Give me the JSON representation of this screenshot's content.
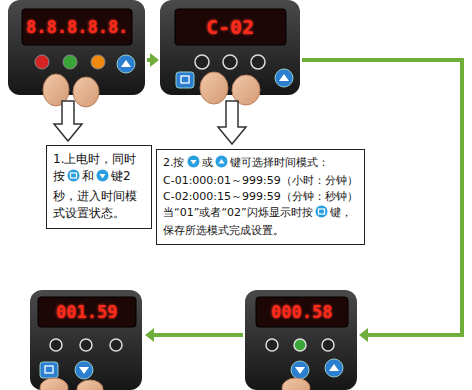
{
  "diagram": {
    "nodes": [
      {
        "text": [
          "1.上电时，同时按",
          "和",
          "键2秒，进入时间模式设置状态。"
        ]
      },
      {
        "text": [
          "2.按",
          "或",
          "键可选择时间模式：",
          "C-01:000:01～999:59（小时：分钟）",
          "C-02:000:15～999:59（分钟：秒钟）",
          "当“01”或者“02”闪烁显示时按",
          "键，",
          "保存所选模式完成设置。"
        ]
      }
    ],
    "labels": [
      "8.8.8.8.8.",
      "C-02",
      "000.58",
      "001.59"
    ]
  }
}
